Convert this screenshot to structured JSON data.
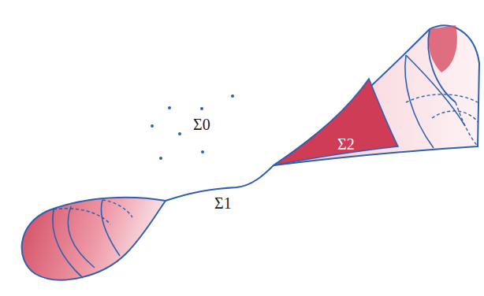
{
  "diagram": {
    "labels": [
      "Σ0",
      "Σ1",
      "Σ2"
    ]
  }
}
